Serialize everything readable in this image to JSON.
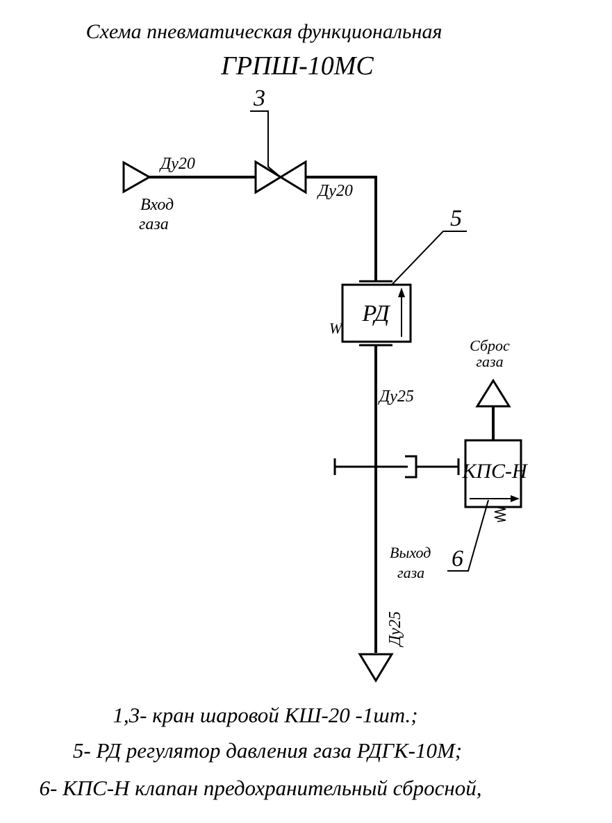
{
  "title": {
    "line1": "Схема пневматическая функциональная",
    "line2": "ГРПШ-10МС"
  },
  "labels": {
    "du20_inlet": "Ду20",
    "du20_after_valve": "Ду20",
    "du25_after_regulator": "Ду25",
    "du25_outlet": "Ду25",
    "inlet_word1": "Вход",
    "inlet_word2": "газа",
    "outlet_word1": "Выход",
    "outlet_word2": "газа",
    "discharge_word1": "Сброс",
    "discharge_word2": "газа"
  },
  "callouts": {
    "valve": "3",
    "regulator": "5",
    "relief_valve": "6"
  },
  "blocks": {
    "regulator": "РД",
    "relief_valve": "КПС-Н",
    "spring_symbol": "W"
  },
  "legend": [
    "1,3- кран шаровой КШ-20 -1шт.;",
    "5- РД регулятор давления газа РДГК-10М;",
    "6- КПС-Н клапан предохранительный сбросной,"
  ]
}
